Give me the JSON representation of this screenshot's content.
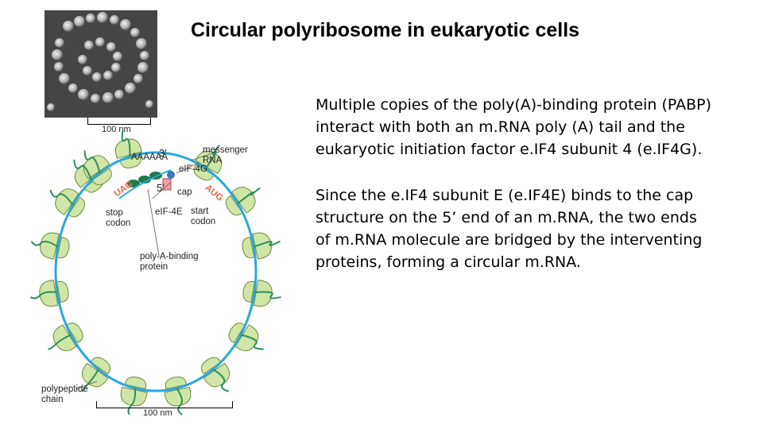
{
  "title": "Circular polyribosome in eukaryotic cells",
  "paragraphs": [
    "Multiple copies  of the poly(A)-binding protein (PABP) interact with both an m.RNA poly (A) tail and the eukaryotic initiation factor e.IF4 subunit 4 (e.IF4G).",
    "Since the e.IF4 subunit E (e.IF4E) binds to the cap structure on the 5’ end of an m.RNA, the two ends of m.RNA molecule are bridged by the interventing proteins, forming a circular m.RNA."
  ],
  "figure": {
    "scale_label_top": "100 nm",
    "scale_label_bottom": "100 nm",
    "labels": {
      "three_prime": "3′",
      "five_prime": "5′",
      "five": "5′",
      "poly_a": "AAAAAA",
      "messenger_rna": "messenger\nRNA",
      "eif4g": "eIF-4G",
      "cap": "cap",
      "eif4e": "eIF-4E",
      "stop_codon": "stop\ncodon",
      "stop_seq": "UAG",
      "start_codon": "start\ncodon",
      "start_seq": "AUG",
      "pabp": "poly-A-binding\nprotein",
      "polypeptide": "polypeptide\nchain"
    },
    "colors": {
      "ribosome": "#cfe6a6",
      "ribosome_outline": "#6f8a3c",
      "mrna": "#29a8dc",
      "pabp": "#1e7a4a",
      "polypeptide": "#2f8f5a",
      "codon_text": "#e06a4a"
    }
  }
}
